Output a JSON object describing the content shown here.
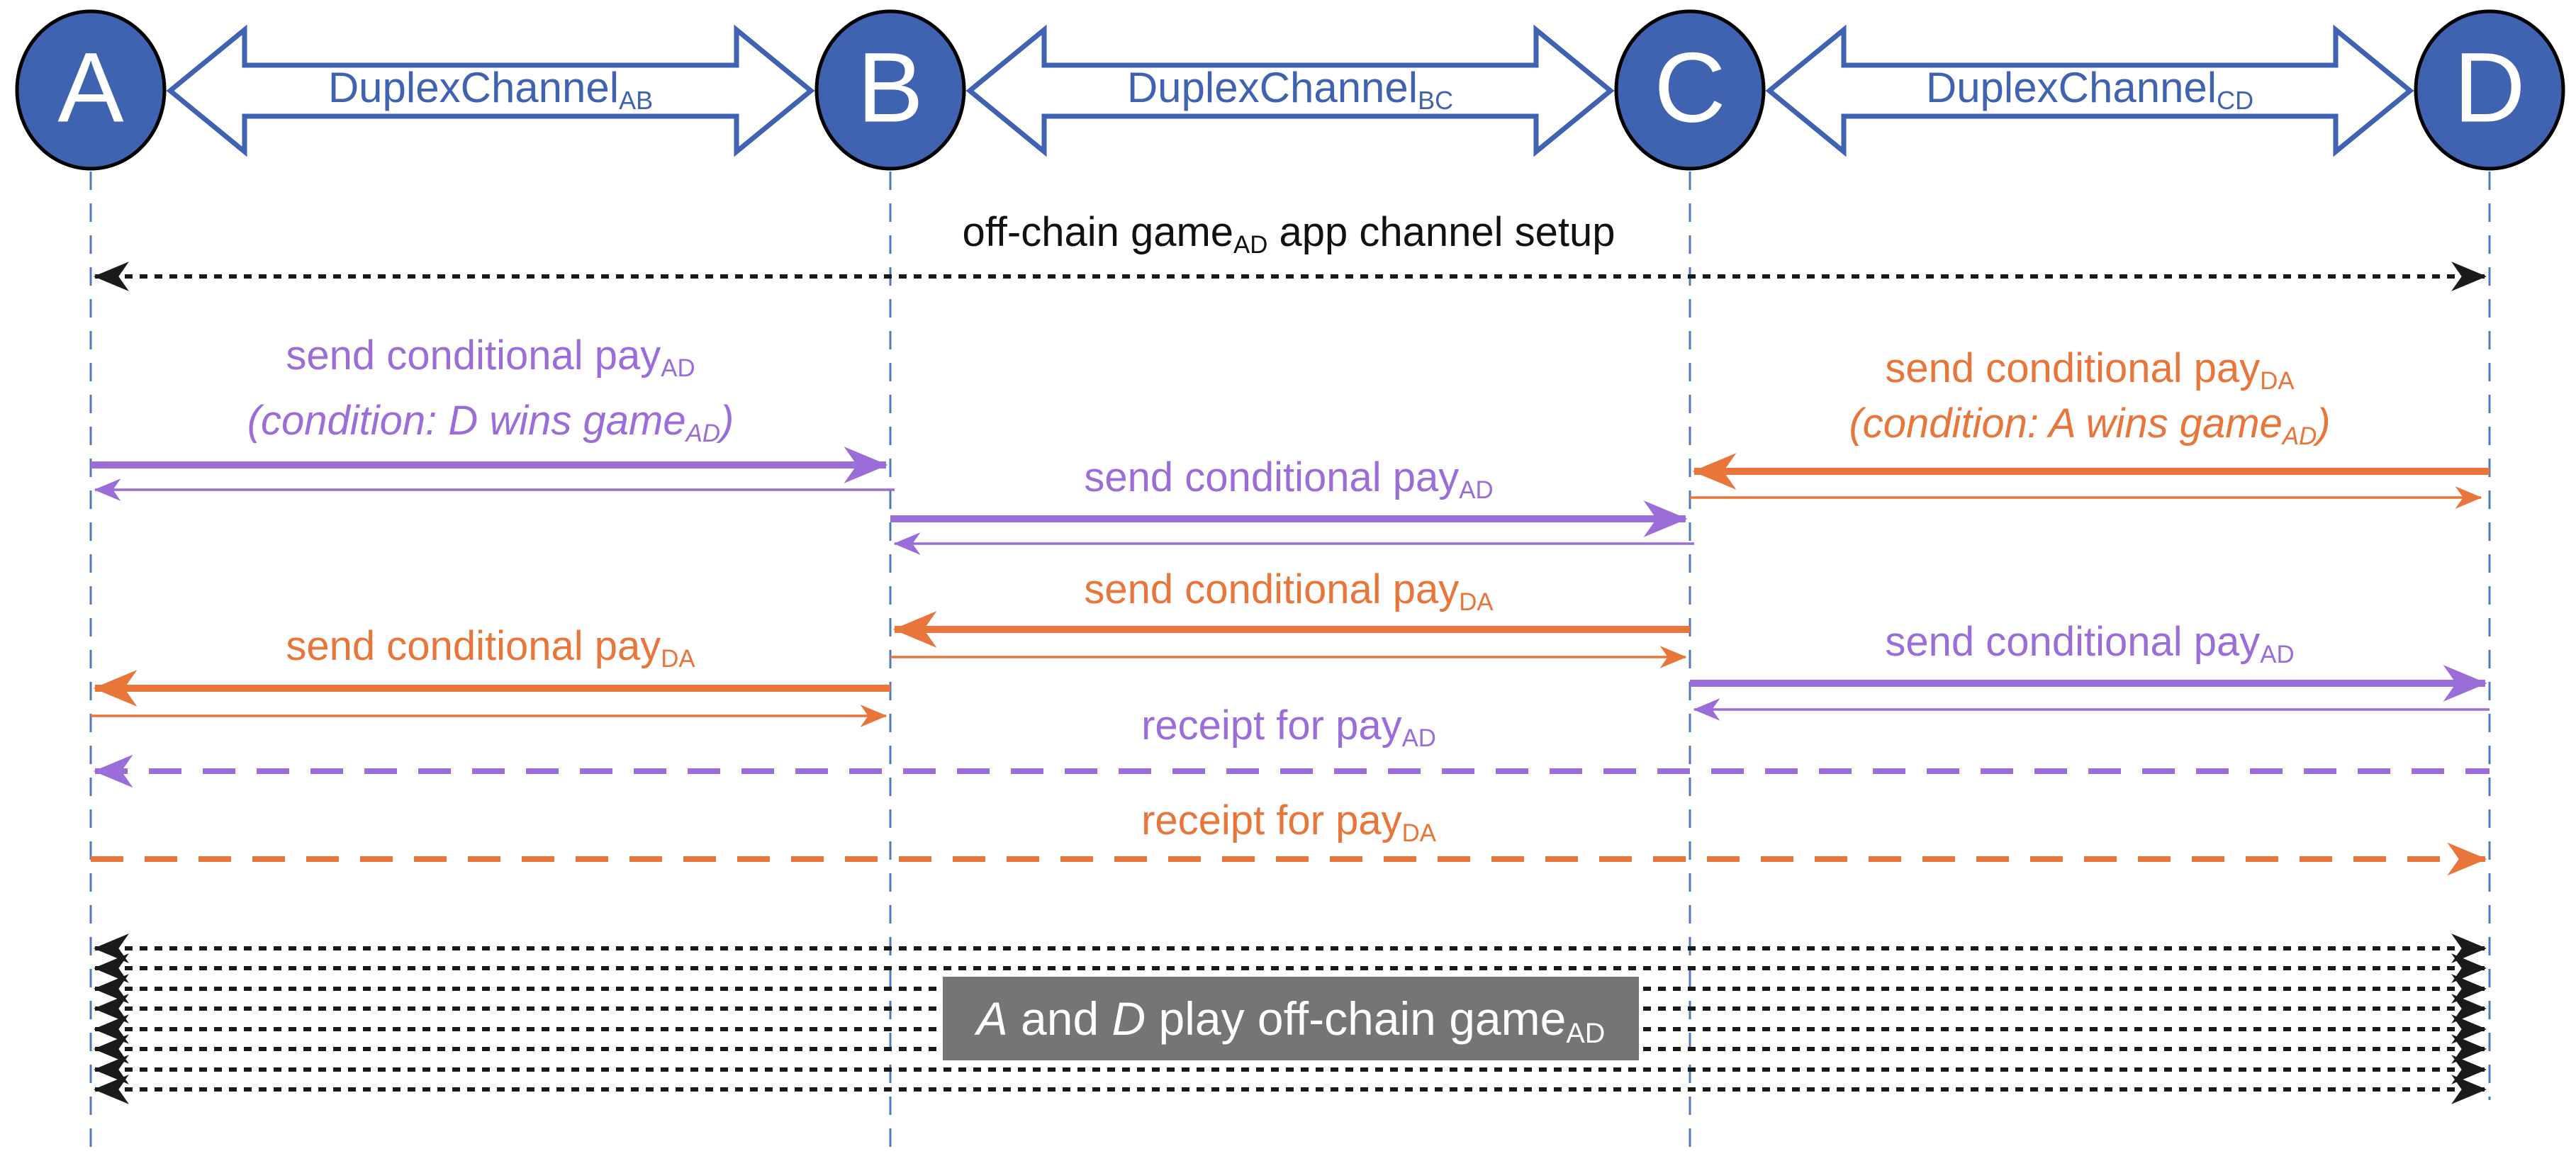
{
  "colors": {
    "blue": "#3F63B1",
    "lifeline": "#4F7BBD",
    "purple": "#9A6DD8",
    "orange": "#E8763A",
    "black": "#1A1A1A",
    "gray": "#757575"
  },
  "nodes": [
    {
      "label": "A"
    },
    {
      "label": "B"
    },
    {
      "label": "C"
    },
    {
      "label": "D"
    }
  ],
  "channels": [
    {
      "main": "DuplexChannel",
      "sub": "AB"
    },
    {
      "main": "DuplexChannel",
      "sub": "BC"
    },
    {
      "main": "DuplexChannel",
      "sub": "CD"
    }
  ],
  "labels": {
    "setup": {
      "pre": "off-chain game",
      "sub": "AD",
      "post": " app channel setup"
    },
    "cond_left": {
      "line1": {
        "text": "send conditional pay",
        "sub": "AD"
      },
      "line2": {
        "pre": "(condition: D wins game",
        "sub": "AD",
        "post": ")"
      }
    },
    "cond_right": {
      "line1": {
        "text": "send conditional pay",
        "sub": "DA"
      },
      "line2": {
        "pre": "(condition: A wins game",
        "sub": "AD",
        "post": ")"
      }
    },
    "mid_pay_ad": {
      "text": "send conditional pay",
      "sub": "AD"
    },
    "mid_pay_da": {
      "text": "send conditional pay",
      "sub": "DA"
    },
    "left_pay_da": {
      "text": "send conditional pay",
      "sub": "DA"
    },
    "right_pay_ad": {
      "text": "send conditional pay",
      "sub": "AD"
    },
    "receipt_ad": {
      "text": "receipt for pay",
      "sub": "AD"
    },
    "receipt_da": {
      "text": "receipt for pay",
      "sub": "DA"
    },
    "game_box": {
      "p1": "A",
      "p2": " and ",
      "p3": "D",
      "p4": " play off-chain game",
      "sub": "AD"
    }
  }
}
